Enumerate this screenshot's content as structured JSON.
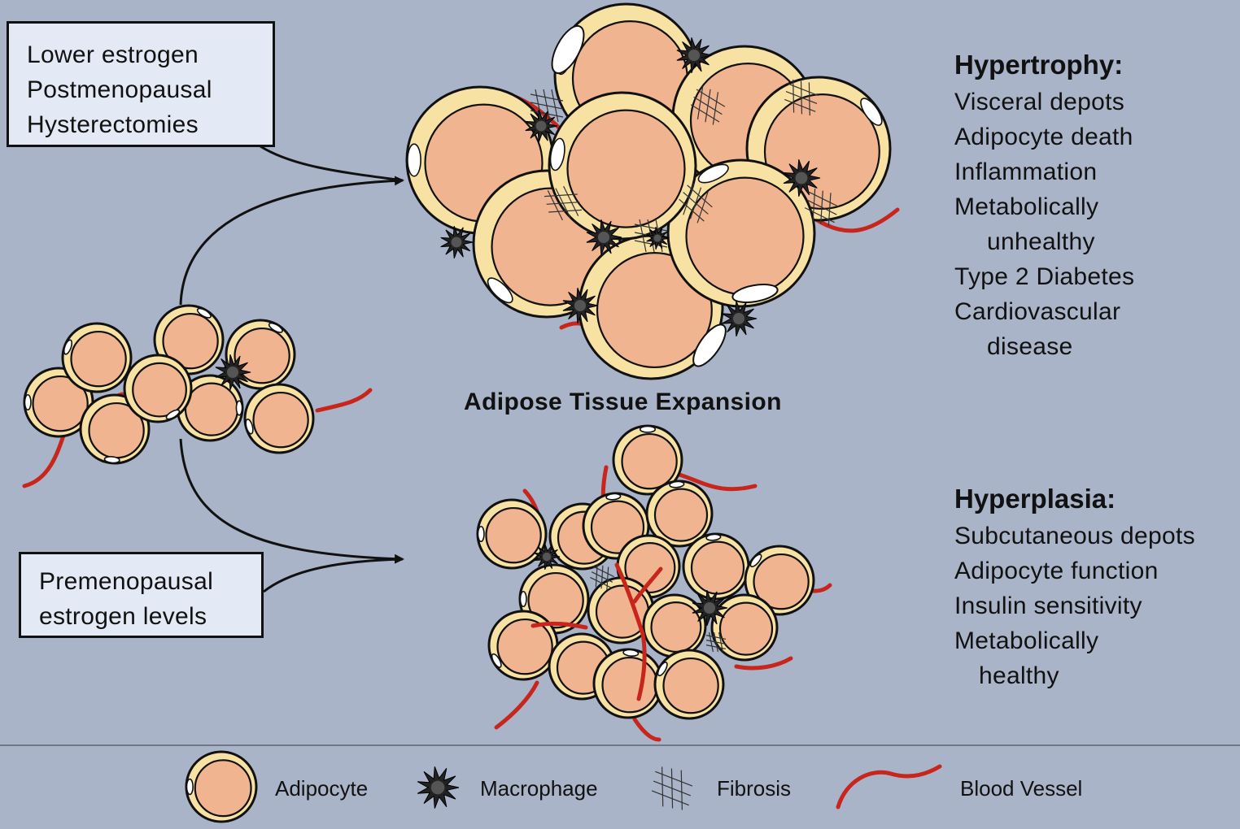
{
  "conditions_top": {
    "line1": "Lower estrogen",
    "line2": "Postmenopausal",
    "line3": "Hysterectomies"
  },
  "conditions_bottom": {
    "line1": "Premenopausal",
    "line2": "estrogen levels"
  },
  "center_label": "Adipose Tissue Expansion",
  "hypertrophy": {
    "title": "Hypertrophy:",
    "items": [
      "Visceral depots",
      "Adipocyte death",
      "Inflammation",
      "Metabolically",
      "unhealthy",
      "Type 2 Diabetes",
      "Cardiovascular",
      "disease"
    ]
  },
  "hyperplasia": {
    "title": "Hyperplasia:",
    "items": [
      "Subcutaneous depots",
      "Adipocyte function",
      "Insulin sensitivity",
      "Metabolically",
      "healthy"
    ]
  },
  "legend": {
    "adipocyte": "Adipocyte",
    "macrophage": "Macrophage",
    "fibrosis": "Fibrosis",
    "blood_vessel": "Blood Vessel"
  },
  "colors": {
    "background": "#aab4c8",
    "box_fill": "#e3e9f5",
    "adipocyte_rim": "#f7e2a4",
    "lipid_droplet": "#f0b590",
    "blood_vessel": "#c8251c",
    "outline": "#111111"
  }
}
